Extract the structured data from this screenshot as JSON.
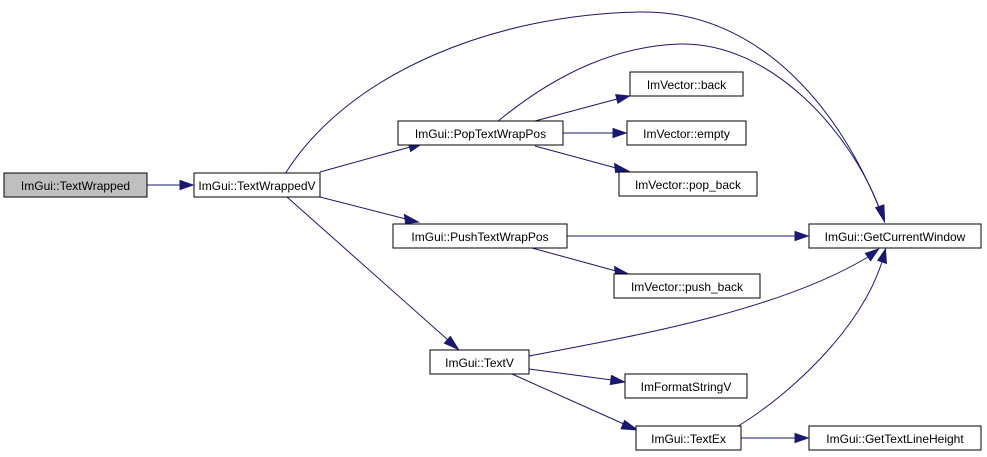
{
  "colors": {
    "node_fill": "#ffffff",
    "root_fill": "#bfbfbf",
    "node_border": "#000000",
    "edge": "#191970"
  },
  "nodes": {
    "text_wrapped": "ImGui::TextWrapped",
    "text_wrapped_v": "ImGui::TextWrappedV",
    "pop_text_wrap_pos": "ImGui::PopTextWrapPos",
    "push_text_wrap_pos": "ImGui::PushTextWrapPos",
    "text_v": "ImGui::TextV",
    "text_ex": "ImGui::TextEx",
    "vector_back": "ImVector::back",
    "vector_empty": "ImVector::empty",
    "vector_pop_back": "ImVector::pop_back",
    "vector_push_back": "ImVector::push_back",
    "format_string_v": "ImFormatStringV",
    "get_current_window": "ImGui::GetCurrentWindow",
    "get_text_line_height": "ImGui::GetTextLineHeight"
  },
  "edges": [
    {
      "from": "ImGui::TextWrapped",
      "to": "ImGui::TextWrappedV"
    },
    {
      "from": "ImGui::TextWrappedV",
      "to": "ImGui::GetCurrentWindow"
    },
    {
      "from": "ImGui::TextWrappedV",
      "to": "ImGui::PopTextWrapPos"
    },
    {
      "from": "ImGui::TextWrappedV",
      "to": "ImGui::PushTextWrapPos"
    },
    {
      "from": "ImGui::TextWrappedV",
      "to": "ImGui::TextV"
    },
    {
      "from": "ImGui::PopTextWrapPos",
      "to": "ImGui::GetCurrentWindow"
    },
    {
      "from": "ImGui::PopTextWrapPos",
      "to": "ImVector::back"
    },
    {
      "from": "ImGui::PopTextWrapPos",
      "to": "ImVector::empty"
    },
    {
      "from": "ImGui::PopTextWrapPos",
      "to": "ImVector::pop_back"
    },
    {
      "from": "ImGui::PushTextWrapPos",
      "to": "ImGui::GetCurrentWindow"
    },
    {
      "from": "ImGui::PushTextWrapPos",
      "to": "ImVector::push_back"
    },
    {
      "from": "ImGui::TextV",
      "to": "ImGui::GetCurrentWindow"
    },
    {
      "from": "ImGui::TextV",
      "to": "ImFormatStringV"
    },
    {
      "from": "ImGui::TextV",
      "to": "ImGui::TextEx"
    },
    {
      "from": "ImGui::TextEx",
      "to": "ImGui::GetCurrentWindow"
    },
    {
      "from": "ImGui::TextEx",
      "to": "ImGui::GetTextLineHeight"
    }
  ]
}
